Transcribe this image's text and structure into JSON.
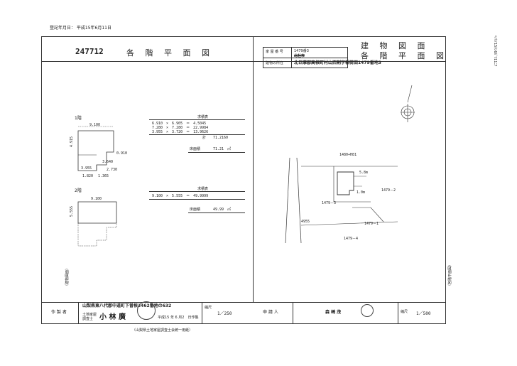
{
  "header": {
    "record_date": "登記年月日： 平成15年6月11日",
    "right_margin_note": "ﾍｲｾｲ15ﾈﾝ6ｶﾞﾂ11ﾆﾁ"
  },
  "sheet": {
    "number": "247712",
    "title_left": "各 階 平 面 図",
    "title_right_top": "建 物 図 面",
    "title_right_bottom": "各 階 平 面 図",
    "house_number_label": "家 屋 番 号",
    "house_number_value": "1479番3",
    "house_number_struck": "北杜市",
    "location_label": "建物の所在",
    "location_value": "北巨摩郡高根町村山西割字稲荷田1479番地3",
    "left_side_label": "（建物図面）",
    "right_side_label": "（各階平面図）"
  },
  "floor1": {
    "label": "1階",
    "area_header": "求積表",
    "rows": [
      "6.910　×　6.905　＝　4.5045",
      "7.280　×　7.280　＝　22.9984",
      "3.955　×　3.720　＝　13.9626"
    ],
    "total": "計　　71.2160",
    "floor_area_label": "床面積",
    "floor_area_value": "71.21　㎡",
    "dims": [
      "9.100",
      "4.915",
      "0.910",
      "3.640",
      "3.955",
      "2.730",
      "1.820",
      "1.365"
    ]
  },
  "floor2": {
    "label": "2階",
    "area_header": "求積表",
    "rows": [
      "9.100　×　5.555　＝　49.9999"
    ],
    "floor_area_label": "床面積",
    "floor_area_value": "49.99　㎡",
    "dims": [
      "9.100",
      "5.555"
    ]
  },
  "site": {
    "lot_top": "1480+H81",
    "lot_right": "1479－2",
    "lot_center": "1479－3",
    "lot_lower_right": "1479－1",
    "lot_bottom": "1479－4",
    "road": "4955",
    "dim_a": "5.8m",
    "dim_b": "1.0m"
  },
  "footer": {
    "author_label": "作 製 者",
    "author_address": "山梨県東八代郡中道町下曽根3462番地の632",
    "surveyor_label": "土地家屋調査士",
    "surveyor_name": "小 林 廣",
    "date": "平成15 年 6 月2　日作製",
    "scale_label": "縮尺",
    "scale_left": "1／250",
    "applicant_label": "申 請 人",
    "applicant_name": "森 崎 茂",
    "scale_right": "1／500",
    "association": "（山梨県土地家屋調査士会統一用紙）"
  },
  "colors": {
    "ink": "#222222",
    "line": "#333333",
    "paper": "#ffffff"
  }
}
